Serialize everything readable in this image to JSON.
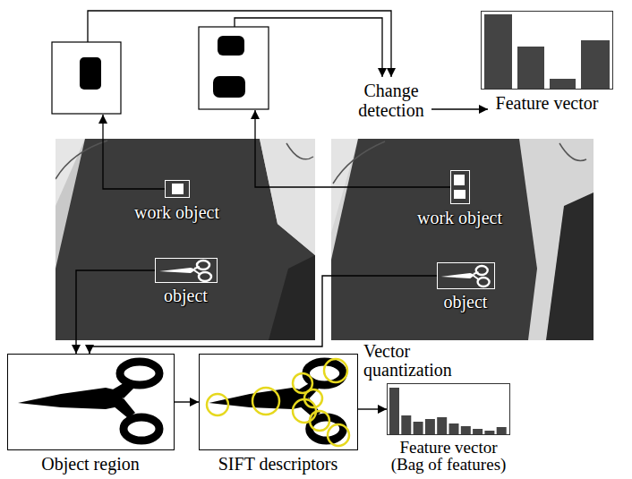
{
  "diagram": {
    "nodes": [
      {
        "text": [
          "Feature vector"
        ]
      },
      {
        "text": [
          "work object"
        ]
      },
      {
        "text": [
          "work object"
        ]
      },
      {
        "text": [
          "object"
        ]
      },
      {
        "text": [
          "object"
        ]
      },
      {
        "text": [
          "Object region"
        ]
      },
      {
        "text": [
          "SIFT descriptors"
        ]
      },
      {
        "text": [
          "Feature vector (Bag of features)"
        ]
      }
    ],
    "edges": [
      {
        "from": 3,
        "to": 5,
        "arrow": "to"
      },
      {
        "from": 4,
        "to": 5,
        "arrow": "to"
      },
      {
        "from": 5,
        "to": 6,
        "arrow": "to"
      },
      {
        "from": 6,
        "to": 7,
        "label": "Vector quantization",
        "arrow": "to"
      }
    ],
    "labels": [
      "Change detection"
    ]
  }
}
